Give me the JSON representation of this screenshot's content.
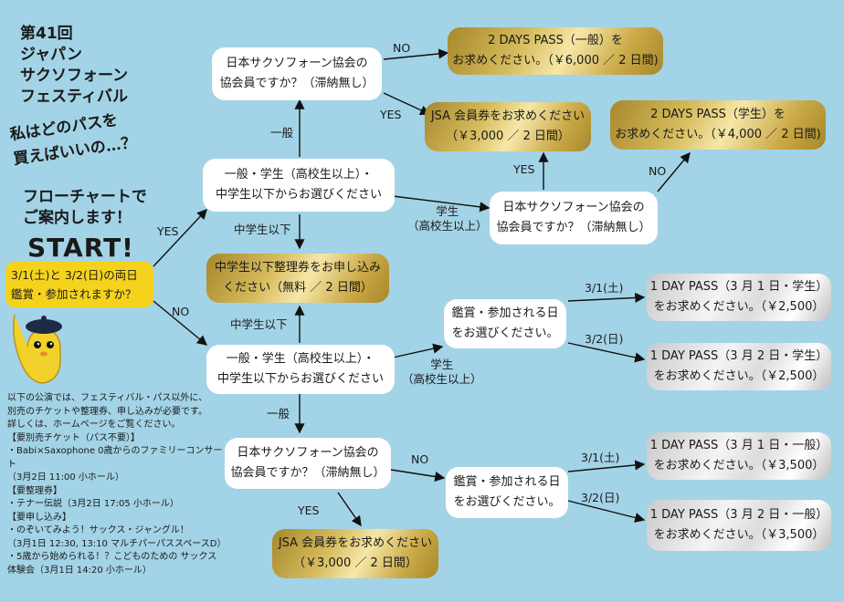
{
  "header": {
    "title_lines": [
      "第41回",
      "ジャパン",
      "サクソフォーン",
      "フェスティバル"
    ],
    "question_lines": [
      "私はどのパスを",
      "買えばいいの…？"
    ],
    "subtitle_lines": [
      "フローチャートで",
      "ご案内します！"
    ],
    "start": "START!",
    "start_question_lines": [
      "3/1(土)と 3/2(日)の両日",
      "鑑賞・参加されますか？"
    ]
  },
  "nodes": {
    "member_q1": [
      "日本サクソフォーン協会の",
      "協会員ですか？（滞納無し）"
    ],
    "general_student_1": [
      "一般・学生（高校生以上）・",
      "中学生以下からお選びください"
    ],
    "pass_2days_general": [
      "2 DAYS PASS（一般）を",
      "お求めください。（￥6,000 ／ 2 日間)"
    ],
    "jsa_member_1": [
      "JSA 会員券をお求めください",
      "（￥3,000 ／ 2 日間）"
    ],
    "pass_2days_student": [
      "2 DAYS PASS（学生）を",
      "お求めください。（￥4,000 ／ 2 日間)"
    ],
    "member_q2": [
      "日本サクソフォーン協会の",
      "協会員ですか？（滞納無し）"
    ],
    "junior_ticket": [
      "中学生以下整理券をお申し込み",
      "ください（無料 ／ 2 日間）"
    ],
    "general_student_2": [
      "一般・学生（高校生以上）・",
      "中学生以下からお選びください"
    ],
    "choose_day_1": [
      "鑑賞・参加される日",
      "をお選びください。"
    ],
    "day1_student": [
      "1 DAY PASS（3 月 1 日・学生）",
      "をお求めください。（￥2,500）"
    ],
    "day2_student": [
      "1 DAY PASS（3 月 2 日・学生）",
      "をお求めください。（￥2,500）"
    ],
    "member_q3": [
      "日本サクソフォーン協会の",
      "協会員ですか？（滞納無し）"
    ],
    "choose_day_2": [
      "鑑賞・参加される日",
      "をお選びください。"
    ],
    "day1_general": [
      "1 DAY PASS（3 月 1 日・一般）",
      "をお求めください。（￥3,500）"
    ],
    "day2_general": [
      "1 DAY PASS（3 月 2 日・一般）",
      "をお求めください。（￥3,500）"
    ],
    "jsa_member_2": [
      "JSA 会員券をお求めください",
      "（￥3,000 ／ 2 日間）"
    ]
  },
  "edge_labels": {
    "yes": "YES",
    "no": "NO",
    "general": "一般",
    "junior": "中学生以下",
    "student": "学生",
    "student_sub": "（高校生以上）",
    "day1": "3/1(土)",
    "day2": "3/2(日)"
  },
  "info": {
    "intro_lines": [
      "以下の公演では、フェスティバル・パス以外に、",
      "別売のチケットや整理券、申し込みが必要です。",
      "詳しくは、ホームページをご覧ください。"
    ],
    "sections": [
      {
        "heading": "【要別売チケット（パス不要）】",
        "lines": [
          "・Babi×Saxophone 0歳からのファミリーコンサート",
          "（3月2日 11:00 小ホール）"
        ]
      },
      {
        "heading": "【要整理券】",
        "lines": [
          "・テナー伝説（3月2日 17:05 小ホール）"
        ]
      },
      {
        "heading": "【要申し込み】",
        "lines": [
          "・のぞいてみよう！サックス・ジャングル！",
          "（3月1日 12:30, 13:10 マルチパーパススペースD）",
          "・5歳から始められる！？こどものための サックス",
          "体験会（3月1日 14:20 小ホール）"
        ]
      }
    ]
  },
  "colors": {
    "background": "#a3d3e6",
    "start_box": "#f5d21c",
    "white_box": "#ffffff"
  }
}
